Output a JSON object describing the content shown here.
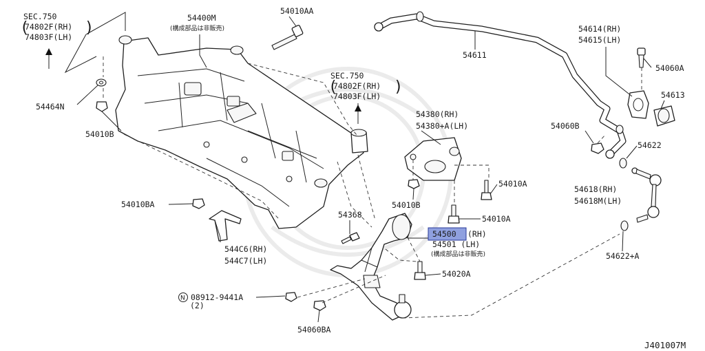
{
  "diagram_id": "J401007M",
  "note_jp": "(構成部品は非販売)",
  "highlight_color": "#8fa0df",
  "sec_left": {
    "title": "SEC.750",
    "rh": "74802F(RH)",
    "lh": "74803F(LH)"
  },
  "sec_right": {
    "title": "SEC.750",
    "rh": "74802F(RH)",
    "lh": "74803F(LH)"
  },
  "parts": {
    "p54400M": "54400M",
    "p54010AA": "54010AA",
    "p54611": "54611",
    "p54614": "54614(RH)",
    "p54615": "54615(LH)",
    "p54060A": "54060A",
    "p54613": "54613",
    "p54464N": "54464N",
    "p54010B_l": "54010B",
    "p54380": "54380(RH)",
    "p54380A": "54380+A(LH)",
    "p54060B": "54060B",
    "p54622": "54622",
    "p54010A_1": "54010A",
    "p54618": "54618(RH)",
    "p54618M": "54618M(LH)",
    "p54010BA": "54010BA",
    "p54010B_r": "54010B",
    "p54368": "54368",
    "p54010A_2": "54010A",
    "p54500": "54500",
    "p54500_rh": "(RH)",
    "p54501": "54501 (LH)",
    "p544C6": "544C6(RH)",
    "p544C7": "544C7(LH)",
    "p54020A": "54020A",
    "p54622A": "54622+A",
    "p08912": "08912-9441A",
    "p08912_qty": "(2)",
    "p08912_sym": "N",
    "p54060BA": "54060BA"
  }
}
